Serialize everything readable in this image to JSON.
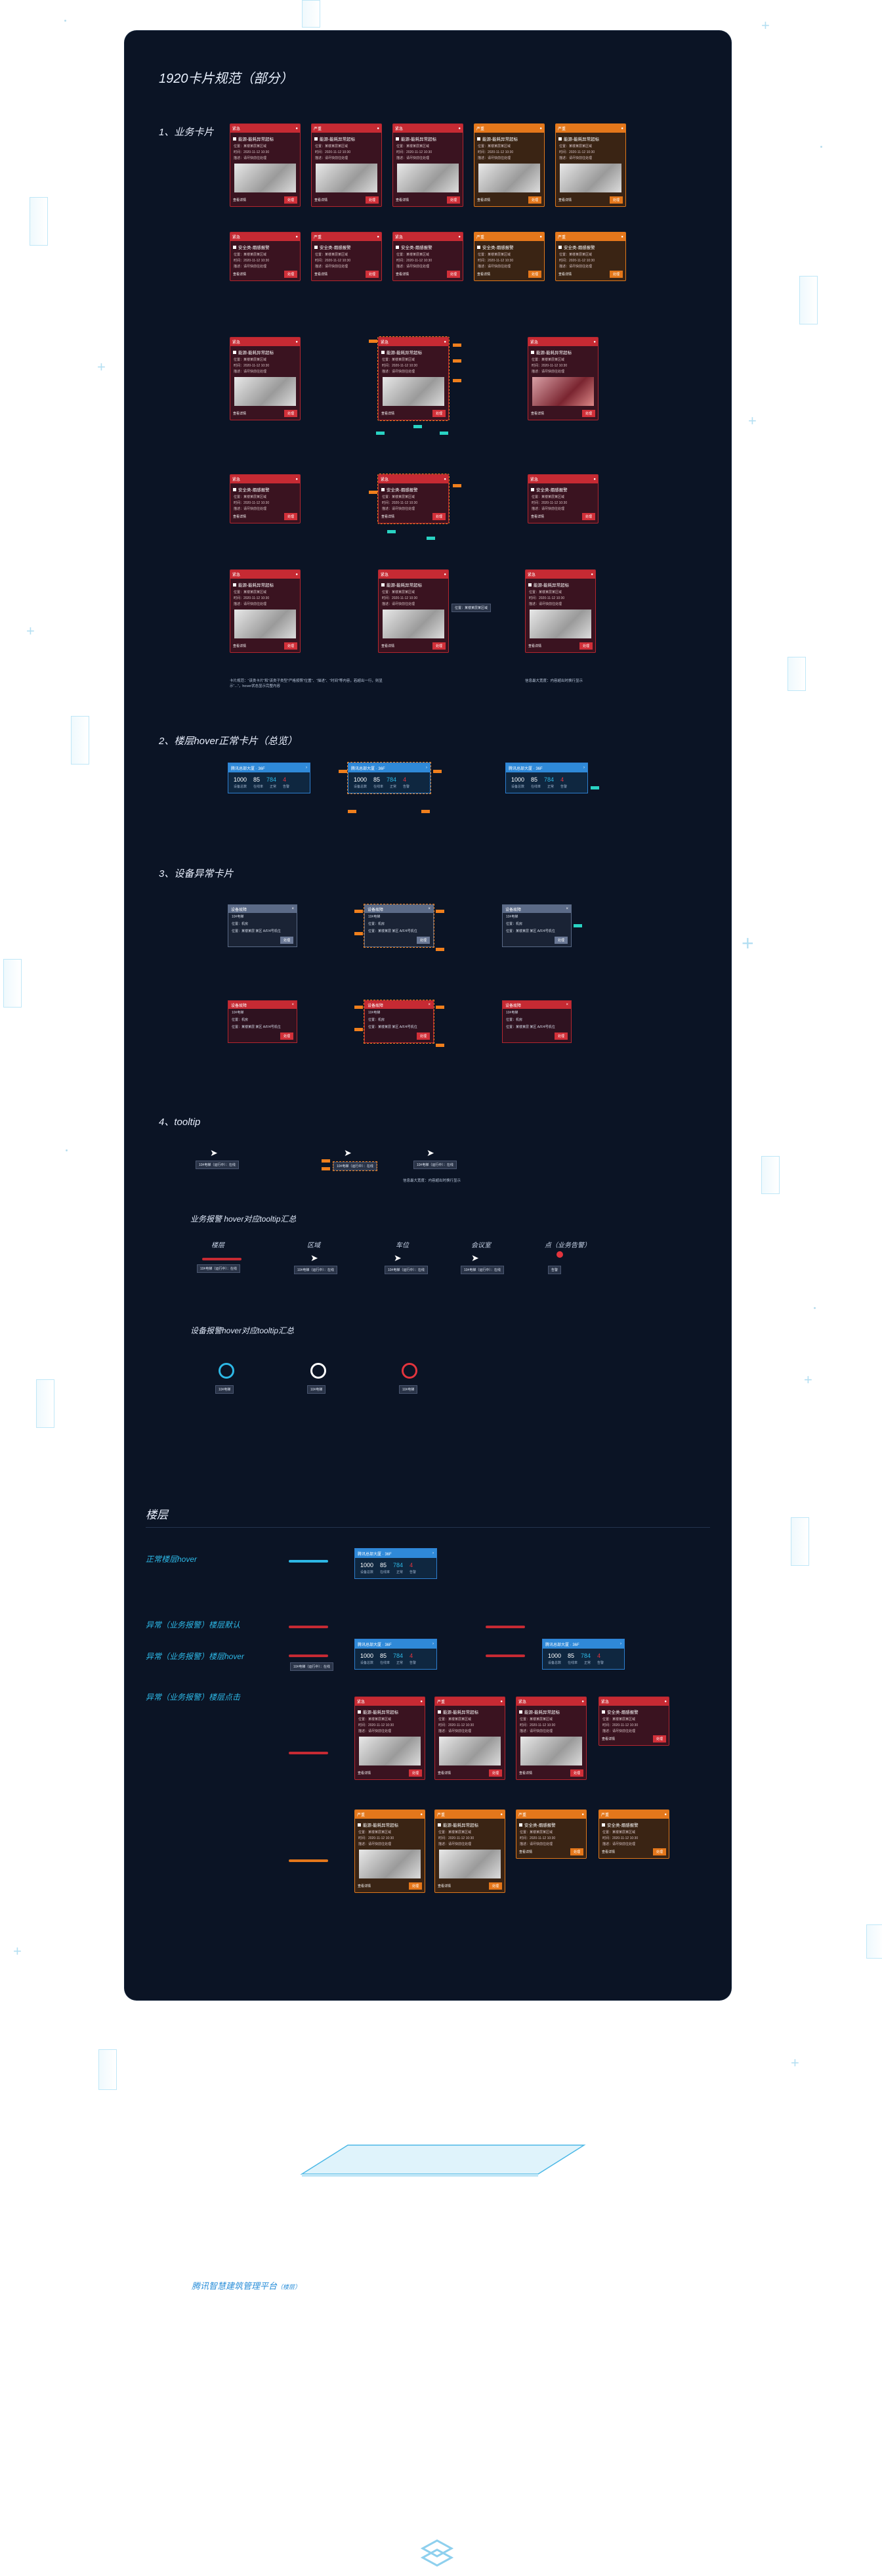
{
  "page_title": "1920卡片规范（部分）",
  "sections": {
    "s1": "1、业务卡片",
    "s2": "2、楼层hover正常卡片（总览）",
    "s3": "3、设备异常卡片",
    "s4": "4、tooltip",
    "s4a": "业务报警 hover对应tooltip汇总",
    "s4b": "设备报警hover对应tooltip汇总",
    "floor": "楼层",
    "f1": "正常楼层hover",
    "f2": "异常（业务报警）楼层默认",
    "f3": "异常（业务报警）楼层hover",
    "f4": "异常（业务报警）楼层点击"
  },
  "tip_groups": [
    "楼层",
    "区域",
    "车位",
    "会议室",
    "点（业务告警）"
  ],
  "card": {
    "badge_red": "紧急",
    "badge_orange": "严重",
    "title": "能源-能耗异常超标",
    "title2": "安全类-烟感报警",
    "line1": "位置：某楼某层某区域",
    "line2": "时间：2020-11-12 10:30",
    "line3": "描述：请尽快前往处理",
    "footer": "查看详情",
    "button": "处理"
  },
  "blue": {
    "header": "腾讯总部大厦 · 36F",
    "n1": "1000",
    "n2": "85",
    "n3": "784",
    "n4": "4",
    "l1": "设备总数",
    "l2": "在线率",
    "l3": "正常",
    "l4": "告警"
  },
  "dev": {
    "header": "设备故障",
    "line1": "10#电梯",
    "line2": "位置：机房",
    "line3": "位置：某楼某层 某区 A/F/4号机位",
    "button": "处理"
  },
  "tip_text": "10#电梯（运行中）：在线",
  "note1": "卡片规范：“该类卡片”和“该类子类型”严格按照“位置”、“描述”、“时间”等内容，若超出一行，则显示“...”，hover状态显示完整内容",
  "note2": "信息最大宽度：内容超出时换行显示",
  "footer_text": "腾讯智慧建筑管理平台",
  "footer_sub": "（楼层）",
  "colors": {
    "panel": "#0b1425",
    "red": "#c62a33",
    "orange": "#e4771b",
    "blue": "#2f89d8",
    "teal": "#29d3c3"
  }
}
